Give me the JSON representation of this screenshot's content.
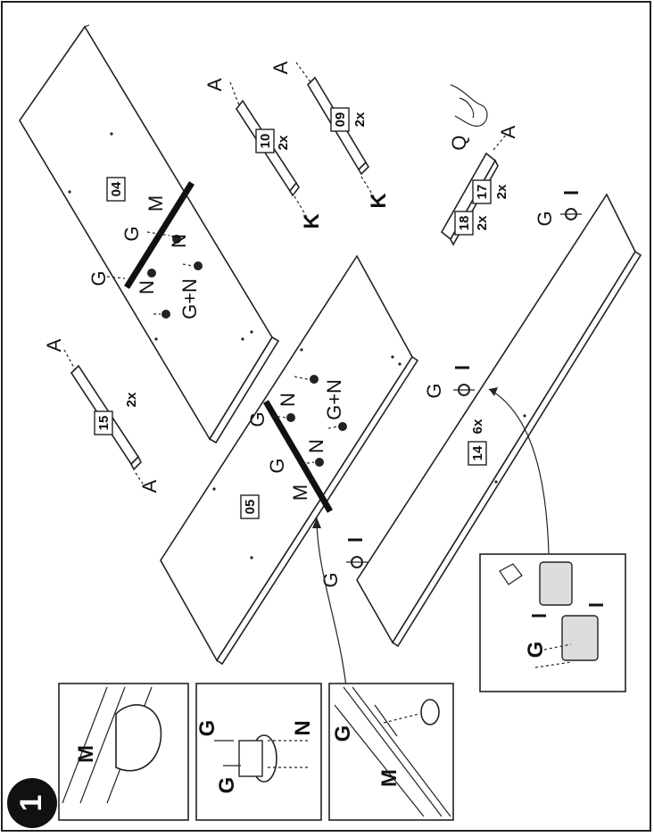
{
  "step": {
    "number": "1"
  },
  "panels": {
    "p04": {
      "number": "04"
    },
    "p05": {
      "number": "05"
    },
    "p14": {
      "number": "14",
      "qty": "6x"
    },
    "p15": {
      "number": "15",
      "qty": "2x"
    },
    "p10": {
      "number": "10",
      "qty": "2x"
    },
    "p09": {
      "number": "09",
      "qty": "2x"
    },
    "p17": {
      "number": "17",
      "qty": "2x"
    },
    "p18": {
      "number": "18",
      "qty": "2x"
    }
  },
  "labels": {
    "A": "A",
    "K": "K",
    "Q": "Q",
    "G": "G",
    "N": "N",
    "M": "M",
    "GN": "G+N",
    "I": "I"
  }
}
